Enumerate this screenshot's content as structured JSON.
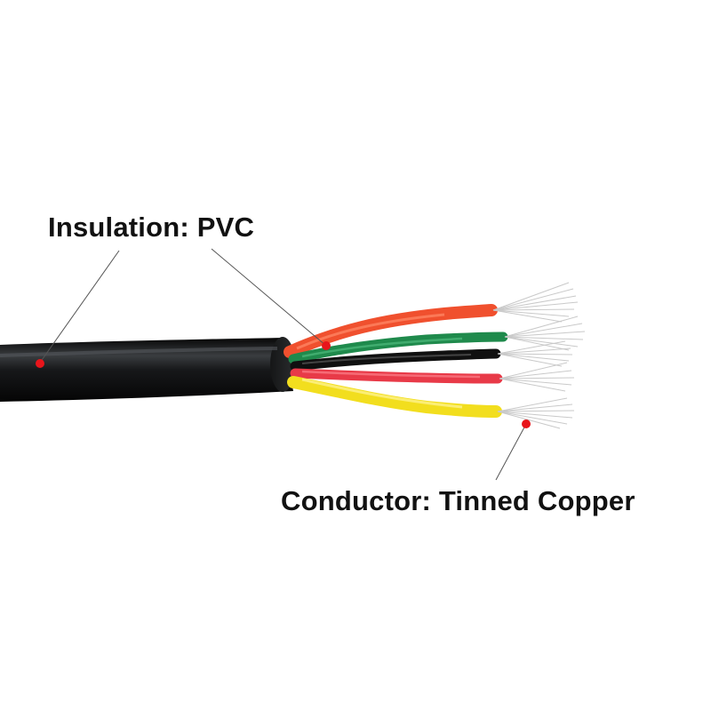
{
  "labels": {
    "insulation": "Insulation: PVC",
    "conductor": "Conductor: Tinned Copper"
  },
  "colors": {
    "background": "#ffffff",
    "jacket": "#121314",
    "wire_orange": "#f0502e",
    "wire_green": "#1f8a4c",
    "wire_black": "#101010",
    "wire_red": "#e83a48",
    "wire_yellow": "#f2de1e",
    "strand": "#c9c9c9",
    "marker_dot": "#e8151b",
    "leader_line": "#555555",
    "label_text": "#111111"
  },
  "icons": {
    "subject": "multi-core-cable-photo"
  }
}
